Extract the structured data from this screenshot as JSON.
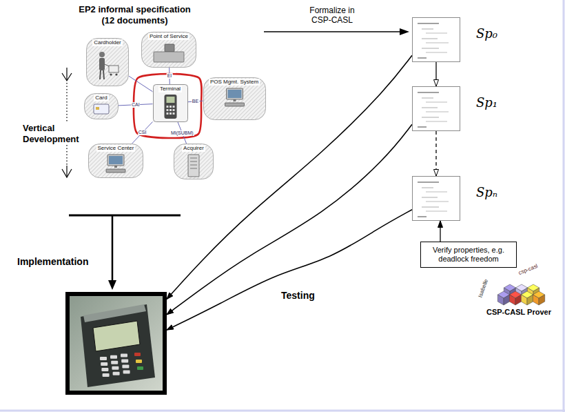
{
  "diagram": {
    "nodes": [
      {
        "text": [
          "Point of Service"
        ]
      },
      {
        "text": [
          "Cardholder"
        ]
      },
      {
        "text": [
          "Terminal"
        ]
      },
      {
        "text": [
          "POS Mgmt. System"
        ]
      },
      {
        "text": [
          "Card"
        ]
      },
      {
        "text": [
          "Service Center"
        ]
      },
      {
        "text": [
          "Acquirer"
        ]
      },
      {
        "text": [
          "Sp₀"
        ]
      },
      {
        "text": [
          "Sp₁"
        ]
      },
      {
        "text": [
          "Spₙ"
        ]
      },
      {
        "text": [
          "Verify properties, e.g. deadlock freedom"
        ]
      },
      {
        "text": [
          "Implementation"
        ]
      }
    ],
    "edges": [
      {
        "from": 2,
        "to": 0,
        "arrow": "none",
        "label": "EI"
      },
      {
        "from": 2,
        "to": 1,
        "arrow": "none"
      },
      {
        "from": 2,
        "to": 4,
        "arrow": "none",
        "label": "CAI"
      },
      {
        "from": 2,
        "to": 3,
        "arrow": "none",
        "label": "BE"
      },
      {
        "from": 2,
        "to": 5,
        "arrow": "none",
        "label": "CSI"
      },
      {
        "from": 2,
        "to": 6,
        "arrow": "none",
        "label": "MI(SUBM)"
      },
      {
        "from": 7,
        "to": 8,
        "arrow": "to"
      },
      {
        "from": 8,
        "to": 9,
        "arrow": "to"
      },
      {
        "from": 10,
        "to": 9,
        "arrow": "to"
      },
      {
        "from": 7,
        "to": 11,
        "arrow": "to"
      },
      {
        "from": 8,
        "to": 11,
        "arrow": "to"
      },
      {
        "from": 9,
        "to": 11,
        "arrow": "to"
      }
    ],
    "labels": [
      "EP2 informal specification (12 documents)",
      "Formalize in CSP-CASL",
      "Vertical Development",
      "Testing",
      "Isabelle",
      "csp-casl",
      "CSP-CASL Prover"
    ]
  }
}
